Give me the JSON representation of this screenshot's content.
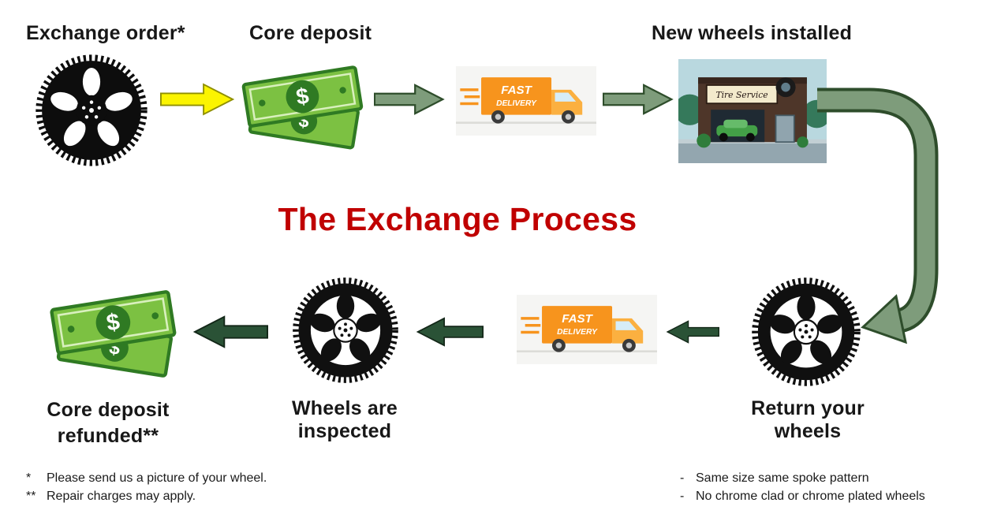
{
  "title": "The Exchange Process",
  "top_row": {
    "exchange_order": {
      "label": "Exchange order*"
    },
    "core_deposit": {
      "label": "Core deposit"
    },
    "fast_delivery": {
      "line1": "FAST",
      "line2": "DELIVERY"
    },
    "new_wheels_installed": {
      "label": "New wheels installed",
      "shop_sign": "Tire Service"
    }
  },
  "bottom_row": {
    "return_your_wheels": {
      "label": "Return your wheels"
    },
    "fast_delivery": {
      "line1": "FAST",
      "line2": "DELIVERY"
    },
    "wheels_are_inspected": {
      "label": "Wheels are inspected"
    },
    "core_deposit_refunded": {
      "line1": "Core deposit",
      "line2": "refunded**"
    }
  },
  "money_symbol": "$",
  "footnotes": {
    "left": [
      {
        "marker": "*",
        "text": "Please send us a picture of your wheel."
      },
      {
        "marker": "**",
        "text": "Repair charges may apply."
      }
    ],
    "right": [
      {
        "marker": "-",
        "text": "Same size same spoke pattern"
      },
      {
        "marker": "-",
        "text": "No chrome clad or chrome plated wheels"
      }
    ]
  },
  "colors": {
    "title_red": "#C00000",
    "arrow_yellow_fill": "#FBF400",
    "arrow_yellow_stroke": "#8F8F00",
    "arrow_sage_fill": "#7E9C7B",
    "arrow_sage_stroke": "#2E4D2B",
    "arrow_dark_fill": "#2A5236",
    "arrow_dark_stroke": "#132718",
    "money_green": "#7CC142",
    "money_dark_green": "#2F7A23",
    "truck_orange": "#F7941D"
  }
}
